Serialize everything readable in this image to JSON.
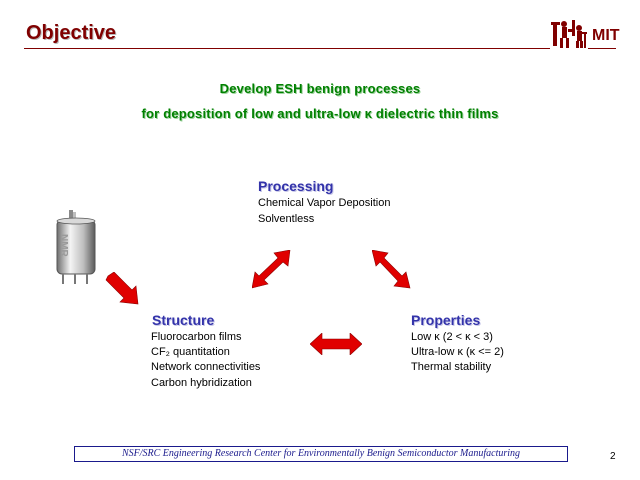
{
  "header": {
    "title": "Objective",
    "logo_text": "MIT"
  },
  "objective": {
    "line1": "Develop ESH benign processes",
    "line2": "for deposition of low and ultra-low κ dielectric thin films"
  },
  "processing": {
    "heading": "Processing",
    "items": [
      "Chemical Vapor Deposition",
      "Solventless"
    ]
  },
  "structure": {
    "heading": "Structure",
    "items": [
      "Fluorocarbon films",
      "CF₂ quantitation",
      "Network connectivities",
      "Carbon hybridization"
    ]
  },
  "properties": {
    "heading": "Properties",
    "items": [
      "Low κ (2 < κ < 3)",
      "Ultra-low κ (κ <= 2)",
      "Thermal stability"
    ]
  },
  "canister_label": "NMR",
  "footer": {
    "text": "NSF/SRC Engineering Research Center for Environmentally Benign Semiconductor Manufacturing",
    "page_number": "2"
  },
  "colors": {
    "title": "#800000",
    "objective": "#008000",
    "heading": "#3333aa",
    "arrow": "#e00000",
    "footer": "#1a1a8c"
  }
}
